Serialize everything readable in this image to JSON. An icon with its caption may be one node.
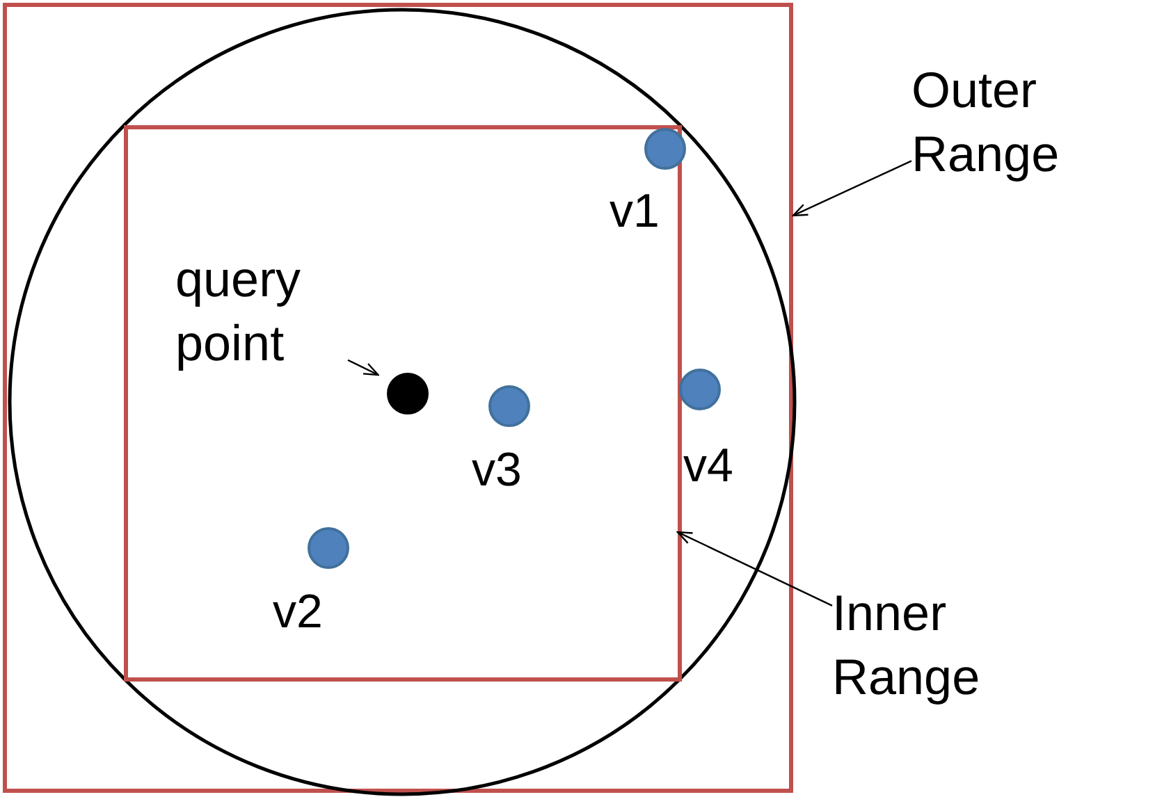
{
  "diagram": {
    "nodes": [
      {
        "text": [
          "Outer Range"
        ]
      },
      {
        "text": [],
        "shape": "box"
      },
      {
        "text": [],
        "shape": "circle",
        "in": 1
      },
      {
        "text": [],
        "shape": "box",
        "in": 2
      },
      {
        "text": [
          "Inner Range"
        ]
      },
      {
        "text": [
          "query point"
        ],
        "in": 3
      },
      {
        "text": [],
        "shape": "circle",
        "in": 3
      },
      {
        "text": [],
        "shape": "circle",
        "beside": [
          "v1"
        ],
        "in": 3
      },
      {
        "text": [],
        "shape": "circle",
        "beside": [
          "v4"
        ],
        "in": 2
      },
      {
        "text": [],
        "shape": "circle",
        "beside": [
          "v3"
        ],
        "in": 3
      },
      {
        "text": [],
        "shape": "circle",
        "beside": [
          "v2"
        ],
        "in": 3
      }
    ],
    "edges": [
      {
        "from": 0,
        "to": 1,
        "arrow": "to"
      },
      {
        "from": 4,
        "to": 3,
        "arrow": "to"
      },
      {
        "from": 5,
        "to": 6,
        "arrow": "to"
      }
    ]
  }
}
